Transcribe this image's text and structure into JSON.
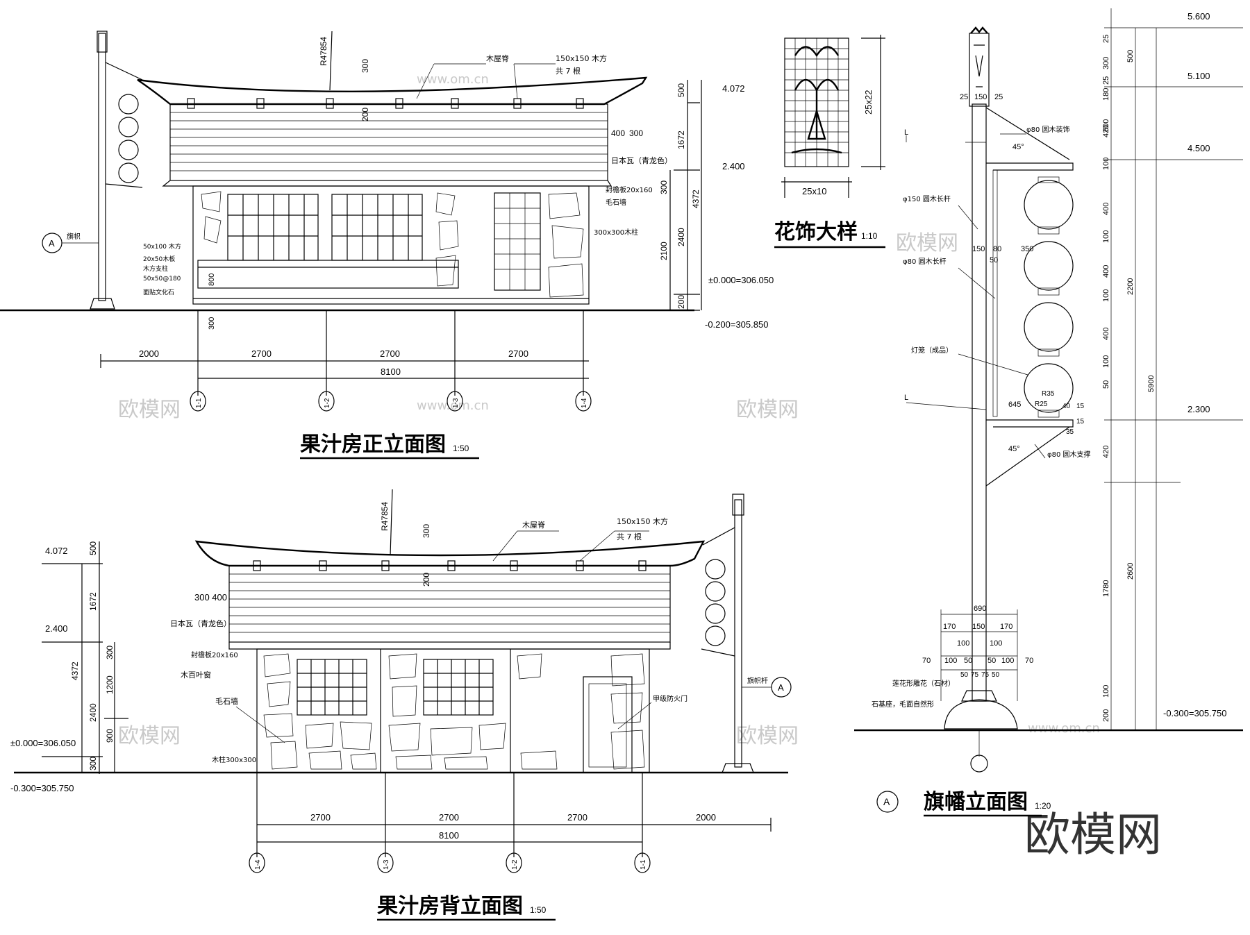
{
  "front": {
    "title": "果汁房正立面图",
    "scale": "1:50",
    "radius": "R47854",
    "dim_300_top": "300",
    "dim_200": "200",
    "label_eave": "木屋脊",
    "label_beam": "150x150 木方",
    "label_beam_count": "共 7 根",
    "dims_h": [
      "2000",
      "2700",
      "2700",
      "2700"
    ],
    "dim_total": "8100",
    "axes": [
      "1-1",
      "1-2",
      "1-3",
      "1-4"
    ],
    "dim_400": "400",
    "dim_300b": "300",
    "labels_right": [
      "日本瓦（青龙色）",
      "封檐板20x160",
      "毛石墙",
      "300x300木柱"
    ],
    "labels_left": [
      "50x100 木方",
      "20x50木板",
      "木方支柱",
      "50x50@180",
      "面贴文化石"
    ],
    "flag_label": "旗帜",
    "axis_a": "A",
    "dim_800": "800",
    "dim_300_base": "300",
    "levels": [
      "4.072",
      "2.400",
      "±0.000=306.050",
      "-0.200=305.850"
    ],
    "vdims_left": [
      "500",
      "1672",
      "300",
      "2100",
      "200"
    ],
    "vdims_right": [
      "4372",
      "2400"
    ]
  },
  "detail": {
    "title": "花饰大样",
    "scale": "1:10",
    "dim_v": "25x22",
    "dim_h": "25x10"
  },
  "back": {
    "title": "果汁房背立面图",
    "scale": "1:50",
    "radius": "R47854",
    "dim_300_top": "300",
    "dim_200": "200",
    "label_eave": "木屋脊",
    "label_beam": "150x150 木方",
    "label_beam_count": "共 7 根",
    "dims_h": [
      "2700",
      "2700",
      "2700",
      "2000"
    ],
    "dim_total": "8100",
    "axes": [
      "1-4",
      "1-3",
      "1-2",
      "1-1"
    ],
    "dim_300_400": "300 400",
    "labels_left": [
      "日本瓦（青龙色）",
      "封檐板20x160",
      "木百叶窗",
      "毛石墙",
      "木柱300x300"
    ],
    "label_door": "甲级防火门",
    "flag_label": "旗帜杆",
    "axis_a": "A",
    "levels": [
      "4.072",
      "2.400",
      "±0.000=306.050",
      "-0.300=305.750"
    ],
    "vdims_a": [
      "500",
      "1672",
      "4372",
      "2400",
      "300"
    ],
    "vdims_b": [
      "300",
      "1200",
      "900"
    ]
  },
  "flag": {
    "title": "旗幡立面图",
    "scale": "1:20",
    "axis": "A",
    "levels": [
      "5.600",
      "5.100",
      "4.500",
      "2.300",
      "-0.300=305.750"
    ],
    "labels": [
      "φ80 圆木装饰",
      "φ150 圆木长杆",
      "φ80 圆木长杆",
      "灯笼（成品）",
      "φ80 圆木支撑",
      "莲花形雕花（石材）",
      "石基座，毛面自然形"
    ],
    "small": [
      "25",
      "150",
      "25",
      "150",
      "80",
      "350",
      "50",
      "645",
      "40",
      "15",
      "35",
      "15",
      "45°",
      "45°",
      "R35",
      "R25",
      "L",
      "L"
    ],
    "base_dims": [
      "690",
      "170",
      "150",
      "170",
      "100",
      "100",
      "70",
      "100",
      "50",
      "50",
      "100",
      "70",
      "50",
      "75",
      "75",
      "50"
    ],
    "vdims_right": [
      "25",
      "300",
      "25",
      "180",
      "600",
      "420",
      "100",
      "400",
      "100",
      "400",
      "100",
      "400",
      "100",
      "50",
      "420",
      "1780",
      "100",
      "200"
    ],
    "vdims_far": [
      "500",
      "2200",
      "2600",
      "5900"
    ]
  },
  "watermark": "欧模网",
  "watermark_url": "www.om.cn"
}
